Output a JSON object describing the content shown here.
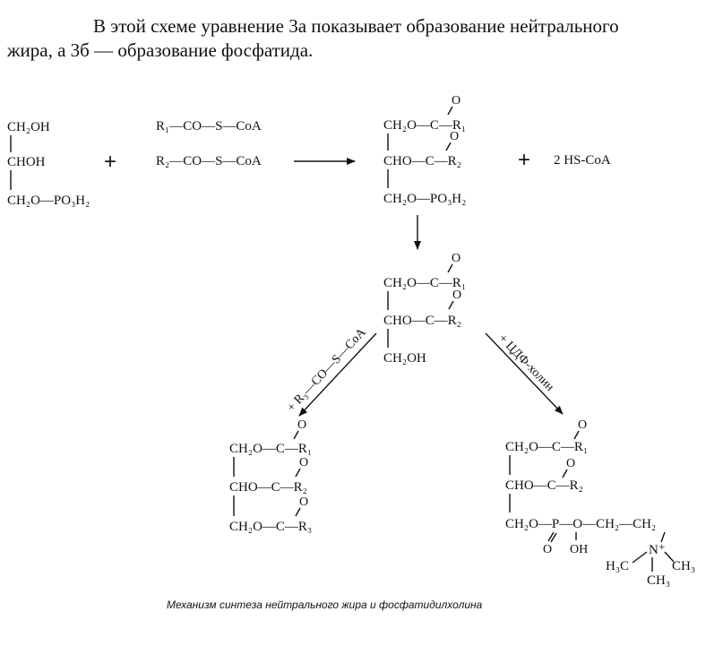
{
  "intro": {
    "line1": "В этой схеме уравнение 3а показывает образование нейтрального",
    "line2": "жира, а 3б — образование фосфатида."
  },
  "glycerophosphate": {
    "c1": "CH₂OH",
    "c2": "CHOH",
    "c3": "CH₂O—PO₃H₂"
  },
  "plus1": "+",
  "acyl_coa": {
    "r1": "R₁—CO—S—CoA",
    "r2": "R₂—CO—S—CoA"
  },
  "phosphatidic_acid": {
    "o1": "O",
    "c1": "CH₂O—C—R₁",
    "o2": "O",
    "c2": "CHO—C—R₂",
    "c3": "CH₂O—PO₃H₂"
  },
  "plus2": "+",
  "hs_coa": "2 HS-CoA",
  "diglyceride": {
    "o1": "O",
    "c1": "CH₂O—C—R₁",
    "o2": "O",
    "c2": "CHO—C—R₂",
    "c3": "CH₂OH"
  },
  "left_reagent": "+ R₃—CO—S—CoA",
  "right_reagent": "+ ЦДФ-холин",
  "triglyceride": {
    "o1": "O",
    "c1": "CH₂O—C—R₁",
    "o2": "O",
    "c2": "CHO—C—R₂",
    "o3": "O",
    "c3": "CH₂O—C—R₃"
  },
  "phosphatidylcholine": {
    "o1": "O",
    "c1": "CH₂O—C—R₁",
    "o2": "O",
    "c2": "CHO—C—R₂",
    "c3": "CH₂O—P—O—CH₂—CH₂",
    "p_o": "O",
    "p_oh": "OH",
    "n": "N⁺",
    "me1": "H₃C",
    "me2": "CH₃",
    "me3": "CH₃"
  },
  "caption": "Механизм синтеза нейтрального жира и фосфатидилхолина"
}
